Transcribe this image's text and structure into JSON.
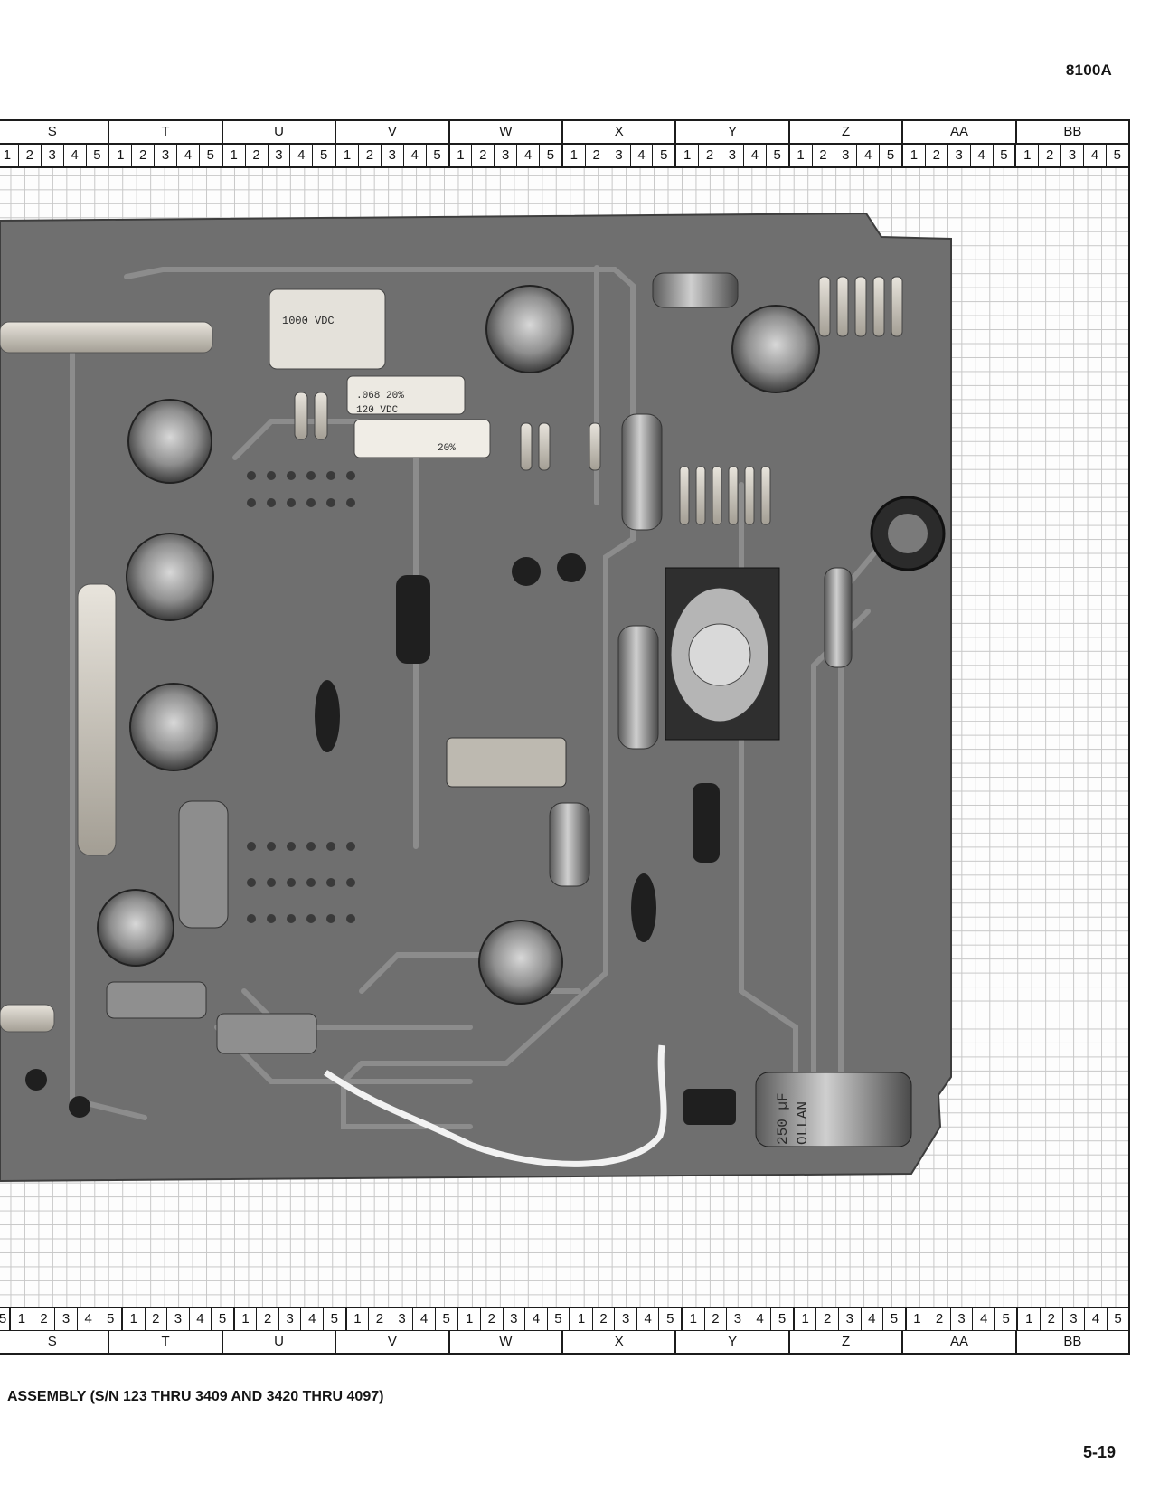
{
  "header": {
    "model": "8100A"
  },
  "grid": {
    "columns": [
      "S",
      "T",
      "U",
      "V",
      "W",
      "X",
      "Y",
      "Z",
      "AA",
      "BB"
    ],
    "subdivisions": [
      "1",
      "2",
      "3",
      "4",
      "5"
    ],
    "left_edge_digit": "5"
  },
  "photo": {
    "component_markings": [
      "1000 VDC",
      ".068 20%",
      "120 VDC",
      "20%",
      "250 µF",
      "OLLAN"
    ]
  },
  "footer": {
    "caption": "ASSEMBLY (S/N 123 THRU 3409 AND 3420 THRU 4097)",
    "page_number": "5-19"
  }
}
